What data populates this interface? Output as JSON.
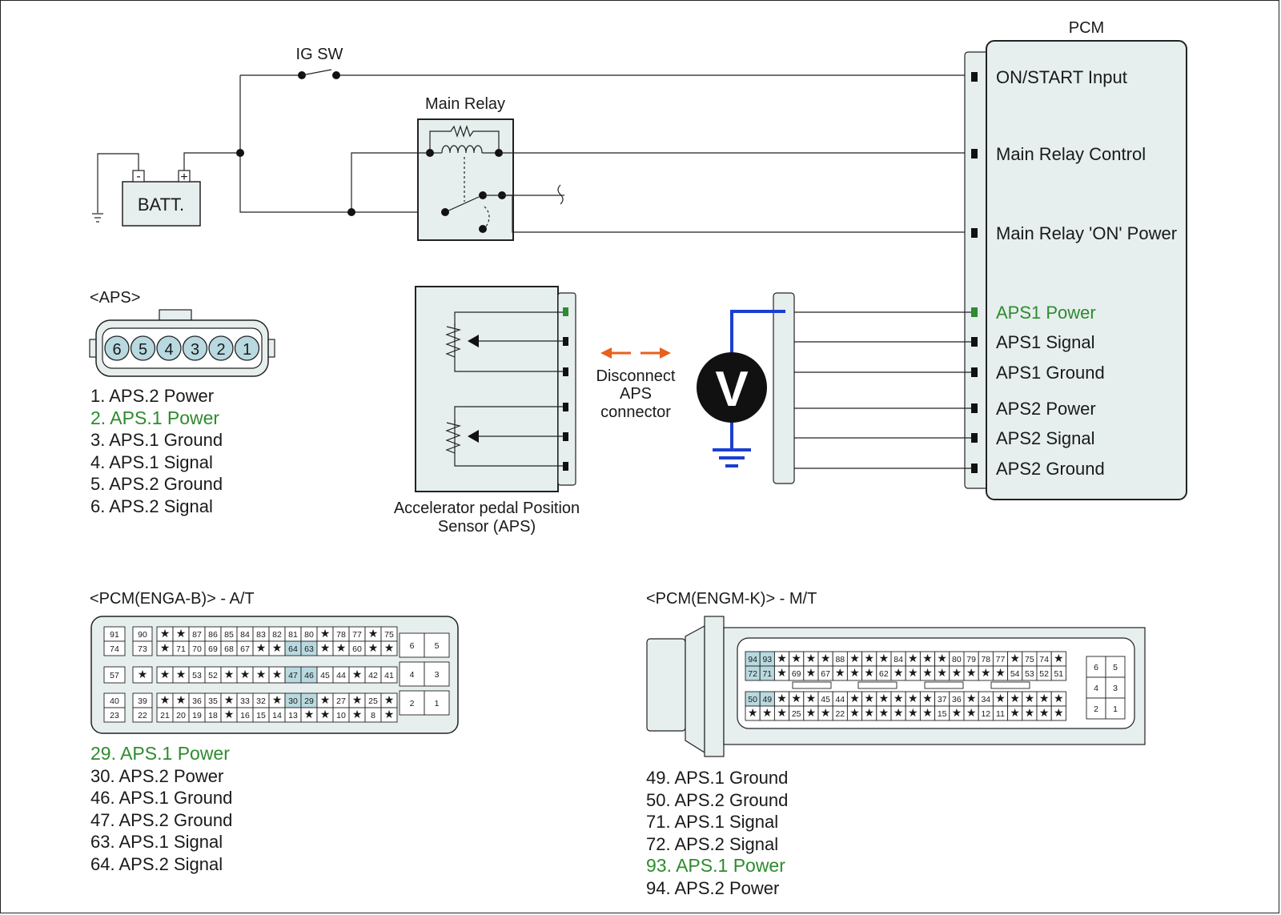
{
  "colors": {
    "accent_green": "#2e8b2e",
    "voltmeter_lead": "#1b3fd0",
    "arrow_orange": "#e8601c",
    "highlight_pin": "#b9d9e0",
    "panel_fill": "#e6eeee"
  },
  "labels": {
    "ig_sw": "IG SW",
    "main_relay": "Main Relay",
    "batt": "BATT.",
    "batt_minus": "-",
    "batt_plus": "+",
    "pcm": "PCM",
    "voltmeter": "V",
    "aps_title": "<APS>",
    "aps_sensor_line1": "Accelerator pedal Position",
    "aps_sensor_line2": "Sensor (APS)",
    "disconnect_line1": "Disconnect",
    "disconnect_line2": "APS",
    "disconnect_line3": "connector",
    "pcm_at_title": "<PCM(ENGA-B)> - A/T",
    "pcm_mt_title": "<PCM(ENGM-K)> - M/T"
  },
  "pcm_pins": [
    {
      "label": "ON/START Input"
    },
    {
      "label": "Main Relay Control"
    },
    {
      "label": "Main Relay 'ON' Power"
    },
    {
      "label": "APS1 Power"
    },
    {
      "label": "APS1 Signal"
    },
    {
      "label": "APS1 Ground"
    },
    {
      "label": "APS2 Power"
    },
    {
      "label": "APS2 Signal"
    },
    {
      "label": "APS2 Ground"
    }
  ],
  "aps_connector_pins": [
    "6",
    "5",
    "4",
    "3",
    "2",
    "1"
  ],
  "aps_legend": [
    "1. APS.2 Power",
    "2. APS.1 Power",
    "3. APS.1 Ground",
    "4. APS.1 Signal",
    "5. APS.2 Ground",
    "6. APS.2 Signal"
  ],
  "pcm_at_legend": [
    "29. APS.1 Power",
    "30. APS.2 Power",
    "46. APS.1 Ground",
    "47. APS.2 Ground",
    "63. APS.1 Signal",
    "64. APS.2 Signal"
  ],
  "pcm_mt_legend": [
    "49. APS.1 Ground",
    "50. APS.2 Ground",
    "71. APS.1 Signal",
    "72. APS.2 Signal",
    "93. APS.1 Power",
    "94. APS.2 Power"
  ],
  "pcm_at_grid": {
    "row1": [
      "91",
      "90",
      "*",
      "*",
      "87",
      "86",
      "85",
      "84",
      "83",
      "82",
      "81",
      "80",
      "*",
      "78",
      "77",
      "*",
      "75"
    ],
    "row2": [
      "74",
      "73",
      "*",
      "71",
      "70",
      "69",
      "68",
      "67",
      "*",
      "*",
      "64",
      "63",
      "*",
      "*",
      "60",
      "*",
      "*"
    ],
    "row3": [
      "57",
      "*",
      "*",
      "*",
      "53",
      "52",
      "*",
      "*",
      "*",
      "*",
      "47",
      "46",
      "45",
      "44",
      "*",
      "42",
      "41"
    ],
    "row4": [
      "40",
      "39",
      "*",
      "*",
      "36",
      "35",
      "*",
      "33",
      "32",
      "*",
      "30",
      "29",
      "*",
      "27",
      "*",
      "25",
      "*"
    ],
    "row5": [
      "23",
      "22",
      "21",
      "20",
      "19",
      "18",
      "*",
      "16",
      "15",
      "14",
      "13",
      "*",
      "*",
      "10",
      "*",
      "8",
      "*"
    ],
    "side": [
      "6",
      "5",
      "4",
      "3",
      "2",
      "1"
    ]
  },
  "pcm_mt_grid": {
    "row1": [
      "94",
      "93",
      "*",
      "*",
      "*",
      "*",
      "88",
      "*",
      "*",
      "*",
      "84",
      "*",
      "*",
      "*",
      "80",
      "79",
      "78",
      "77",
      "*",
      "75",
      "74",
      "*"
    ],
    "row2": [
      "72",
      "71",
      "*",
      "69",
      "*",
      "67",
      "*",
      "*",
      "*",
      "62",
      "*",
      "*",
      "*",
      "*",
      "*",
      "*",
      "*",
      "*",
      "54",
      "53",
      "52",
      "51"
    ],
    "row3": [
      "50",
      "49",
      "*",
      "*",
      "*",
      "45",
      "44",
      "*",
      "*",
      "*",
      "*",
      "*",
      "*",
      "37",
      "36",
      "*",
      "34",
      "*",
      "*",
      "*",
      "*",
      "*"
    ],
    "row4": [
      "*",
      "*",
      "*",
      "25",
      "*",
      "*",
      "22",
      "*",
      "*",
      "*",
      "*",
      "*",
      "*",
      "15",
      "*",
      "*",
      "12",
      "11",
      "*",
      "*",
      "*",
      "*"
    ],
    "side": [
      "6",
      "5",
      "4",
      "3",
      "2",
      "1"
    ]
  }
}
